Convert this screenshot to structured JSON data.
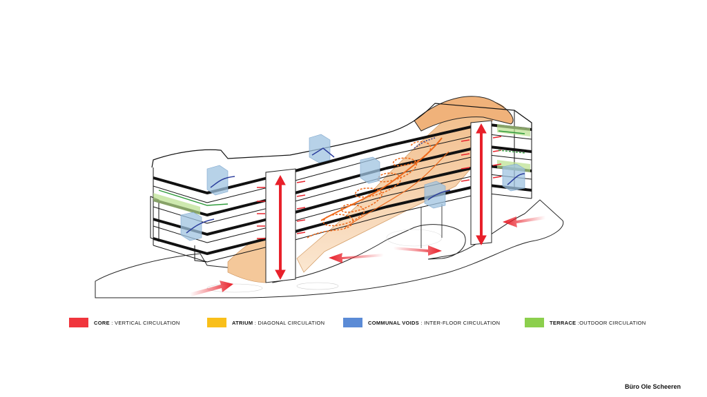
{
  "legend": [
    {
      "key": "CORE",
      "desc": " : VERTICAL CIRCULATION",
      "color": "#f0353d"
    },
    {
      "key": "ATRIUM",
      "desc": " : DIAGONAL CIRCULATION",
      "color": "#f9bf1a"
    },
    {
      "key": "COMMUNAL VOIDS",
      "desc": " : INTER-FLOOR CIRCULATION",
      "color": "#5b8bd6"
    },
    {
      "key": "TERRACE",
      "desc": " :OUTDOOR CIRCULATION",
      "color": "#8ccf4d"
    }
  ],
  "credit": "Büro Ole Scheeren",
  "colors": {
    "core": "#e8202a",
    "atrium": "#f4c89a",
    "atrium_line": "#ee6a1c",
    "void": "#9fc3e0",
    "void_arrow": "#2a3c9c",
    "terrace": "#2f9b3b",
    "slab": "#111111"
  }
}
